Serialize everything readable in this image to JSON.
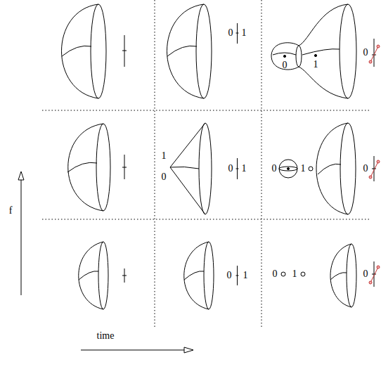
{
  "diagram": {
    "labels": [
      "0",
      "1",
      "0",
      "1",
      "0",
      "1",
      "0",
      "0",
      "1",
      "0",
      "1",
      "0",
      "f",
      "0",
      "1",
      "0",
      "1",
      "0",
      "time"
    ]
  }
}
